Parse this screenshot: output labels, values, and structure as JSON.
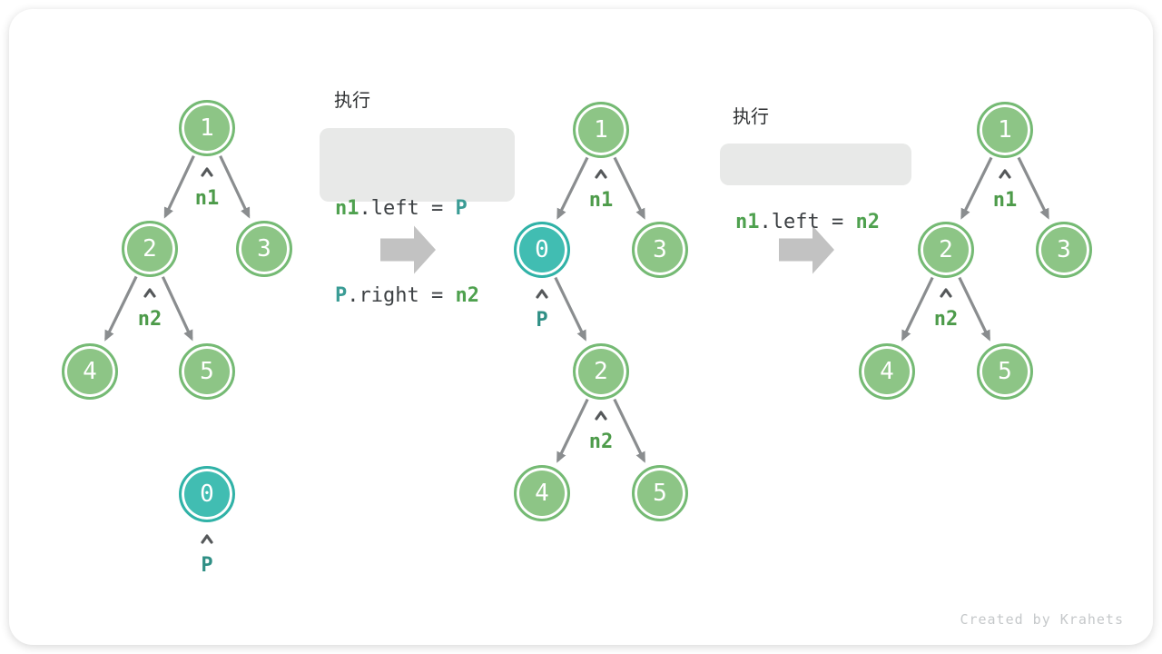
{
  "watermark": "Created by Krahets",
  "colors": {
    "node_green_fill": "#8dc586",
    "node_green_border": "#75ba74",
    "node_teal_fill": "#41bdb2",
    "node_teal_border": "#30b2a7",
    "pointer_green": "#4d9b4a",
    "pointer_teal": "#2f8f85",
    "code_green": "#4fa14f",
    "code_teal": "#3a9c95",
    "code_text": "#3c4043",
    "code_bg": "#e8e9e8",
    "edge_gray": "#8a8d8f",
    "block_arrow_gray": "#c2c2c2"
  },
  "panels": [
    {
      "nodes": [
        {
          "v": "1"
        },
        {
          "v": "2"
        },
        {
          "v": "3"
        },
        {
          "v": "4"
        },
        {
          "v": "5"
        },
        {
          "v": "0"
        }
      ],
      "pointers": [
        {
          "label": "n1"
        },
        {
          "label": "n2"
        },
        {
          "label": "P"
        }
      ]
    },
    {
      "nodes": [
        {
          "v": "1"
        },
        {
          "v": "0"
        },
        {
          "v": "3"
        },
        {
          "v": "2"
        },
        {
          "v": "4"
        },
        {
          "v": "5"
        }
      ],
      "pointers": [
        {
          "label": "n1"
        },
        {
          "label": "P"
        },
        {
          "label": "n2"
        }
      ]
    },
    {
      "nodes": [
        {
          "v": "1"
        },
        {
          "v": "2"
        },
        {
          "v": "3"
        },
        {
          "v": "4"
        },
        {
          "v": "5"
        }
      ],
      "pointers": [
        {
          "label": "n1"
        },
        {
          "label": "n2"
        }
      ]
    }
  ],
  "code_blocks": [
    {
      "title": "执行",
      "lines": [
        [
          {
            "t": "n1"
          },
          {
            "t": ".left = "
          },
          {
            "t": "P"
          }
        ],
        [
          {
            "t": "P"
          },
          {
            "t": ".right = "
          },
          {
            "t": "n2"
          }
        ]
      ]
    },
    {
      "title": "执行",
      "lines": [
        [
          {
            "t": "n1"
          },
          {
            "t": ".left = "
          },
          {
            "t": "n2"
          }
        ]
      ]
    }
  ]
}
